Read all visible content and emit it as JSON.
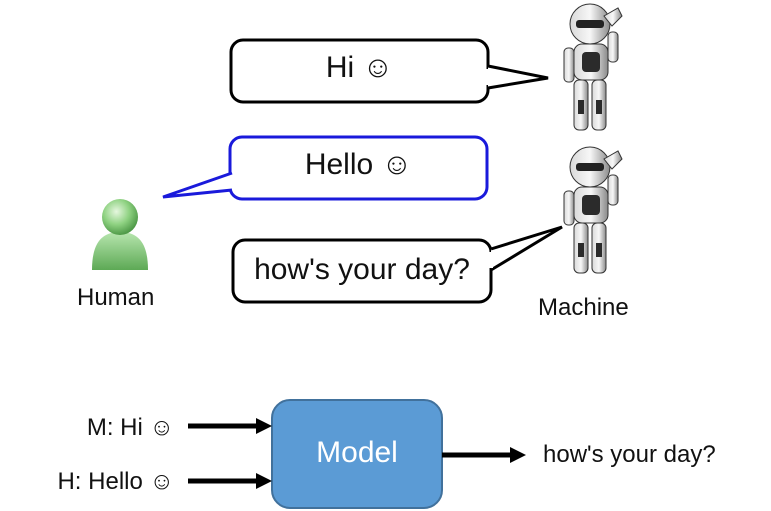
{
  "dialogue": {
    "machine_bubble_1": "Hi ☺",
    "human_bubble": "Hello ☺",
    "machine_bubble_2": "how's your day?",
    "human_label": "Human",
    "machine_label": "Machine"
  },
  "model_diagram": {
    "input_1": "M: Hi ☺",
    "input_2": "H: Hello ☺",
    "model_label": "Model",
    "output": "how's your day?"
  },
  "colors": {
    "human_bubble_border": "#1a1adb",
    "model_fill": "#5b9bd5",
    "human_icon": "#7fc87a"
  }
}
